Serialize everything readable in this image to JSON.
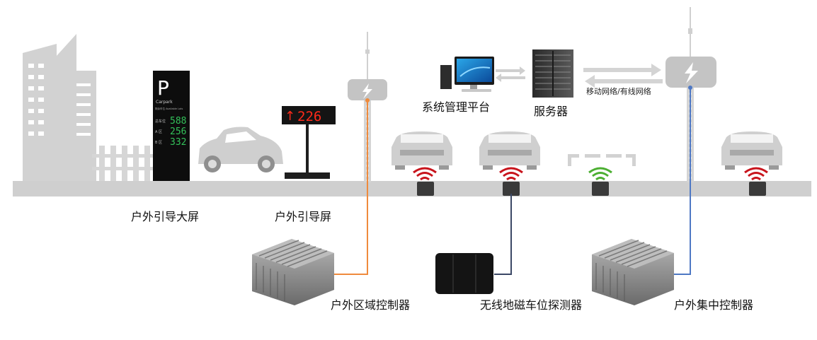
{
  "labels": {
    "outdoor_big_screen": "户外引导大屏",
    "outdoor_screen": "户外引导屏",
    "system_platform": "系统管理平台",
    "server": "服务器",
    "network": "移动网络/有线网络",
    "area_controller": "户外区域控制器",
    "detector": "无线地磁车位探测器",
    "central_controller": "户外集中控制器"
  },
  "big_screen": {
    "logo": "P",
    "brand": "Carpark",
    "caption": "剩余车位 Available Lots",
    "rows": [
      {
        "label": "总车位",
        "value": "588"
      },
      {
        "label": "A 区",
        "value": "256"
      },
      {
        "label": "B 区",
        "value": "332"
      }
    ]
  },
  "guide_screen": {
    "arrow": "↑",
    "value": "226"
  },
  "colors": {
    "building": "#d2d2d2",
    "road": "#cfcfcf",
    "orange_cable": "#ef8a3c",
    "navy_cable": "#3b4866",
    "blue_cable": "#4e78c4",
    "signal_red": "#c8141c",
    "signal_green": "#4caf32",
    "led_green": "#33c25a",
    "led_red": "#ff2a1a"
  }
}
